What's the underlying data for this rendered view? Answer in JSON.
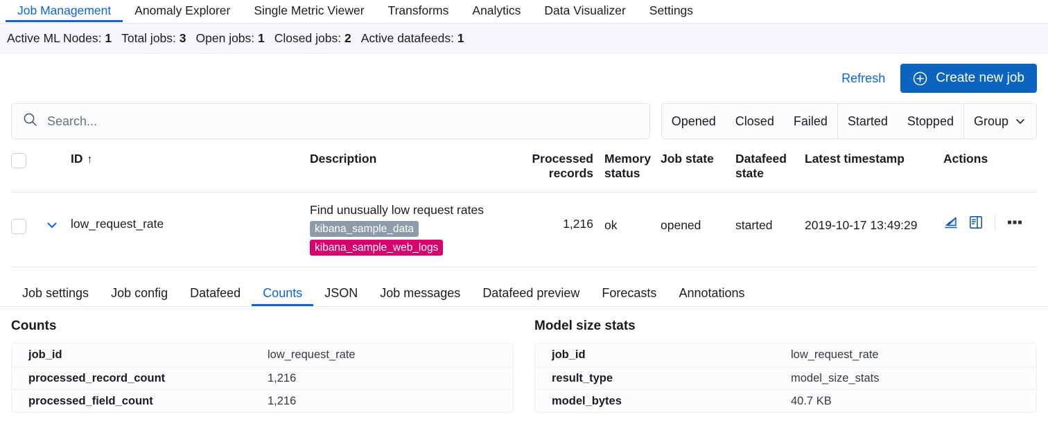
{
  "nav": {
    "tabs": [
      {
        "label": "Job Management",
        "active": true
      },
      {
        "label": "Anomaly Explorer",
        "active": false
      },
      {
        "label": "Single Metric Viewer",
        "active": false
      },
      {
        "label": "Transforms",
        "active": false
      },
      {
        "label": "Analytics",
        "active": false
      },
      {
        "label": "Data Visualizer",
        "active": false
      },
      {
        "label": "Settings",
        "active": false
      }
    ]
  },
  "stats": [
    {
      "label": "Active ML Nodes:",
      "value": "1"
    },
    {
      "label": "Total jobs:",
      "value": "3"
    },
    {
      "label": "Open jobs:",
      "value": "1"
    },
    {
      "label": "Closed jobs:",
      "value": "2"
    },
    {
      "label": "Active datafeeds:",
      "value": "1"
    }
  ],
  "actions": {
    "refresh_label": "Refresh",
    "create_label": "Create new job",
    "create_icon": "plus-in-circle-icon",
    "create_color": "#0b64c0"
  },
  "search": {
    "placeholder": "Search...",
    "value": "",
    "icon": "search-icon"
  },
  "filters": {
    "groups": [
      {
        "buttons": [
          {
            "label": "Opened"
          },
          {
            "label": "Closed"
          },
          {
            "label": "Failed"
          }
        ]
      },
      {
        "buttons": [
          {
            "label": "Started"
          },
          {
            "label": "Stopped"
          }
        ]
      },
      {
        "buttons": [
          {
            "label": "Group",
            "icon": "chevron-down-icon"
          }
        ]
      }
    ]
  },
  "table": {
    "headers": {
      "id": "ID",
      "id_sort": "↑",
      "description": "Description",
      "processed_records": "Processed records",
      "memory_status": "Memory status",
      "job_state": "Job state",
      "datafeed_state": "Datafeed state",
      "latest_timestamp": "Latest timestamp",
      "actions": "Actions"
    },
    "rows": [
      {
        "id": "low_request_rate",
        "description": "Find unusually low request rates",
        "badges": [
          {
            "label": "kibana_sample_data",
            "color": "#8e9ba8"
          },
          {
            "label": "kibana_sample_web_logs",
            "color": "#d6006e"
          }
        ],
        "processed_records": "1,216",
        "memory_status": "ok",
        "job_state": "opened",
        "datafeed_state": "started",
        "latest_timestamp": "2019-10-17 13:49:29",
        "action_icons": [
          "chart-trend-icon",
          "single-metric-viewer-icon",
          "more-actions-icon"
        ]
      }
    ]
  },
  "detail_tabs": [
    {
      "label": "Job settings",
      "active": false
    },
    {
      "label": "Job config",
      "active": false
    },
    {
      "label": "Datafeed",
      "active": false
    },
    {
      "label": "Counts",
      "active": true
    },
    {
      "label": "JSON",
      "active": false
    },
    {
      "label": "Job messages",
      "active": false
    },
    {
      "label": "Datafeed preview",
      "active": false
    },
    {
      "label": "Forecasts",
      "active": false
    },
    {
      "label": "Annotations",
      "active": false
    }
  ],
  "panels": [
    {
      "title": "Counts",
      "rows": [
        {
          "key": "job_id",
          "value": "low_request_rate"
        },
        {
          "key": "processed_record_count",
          "value": "1,216"
        },
        {
          "key": "processed_field_count",
          "value": "1,216"
        }
      ]
    },
    {
      "title": "Model size stats",
      "rows": [
        {
          "key": "job_id",
          "value": "low_request_rate"
        },
        {
          "key": "result_type",
          "value": "model_size_stats"
        },
        {
          "key": "model_bytes",
          "value": "40.7 KB"
        }
      ]
    }
  ]
}
